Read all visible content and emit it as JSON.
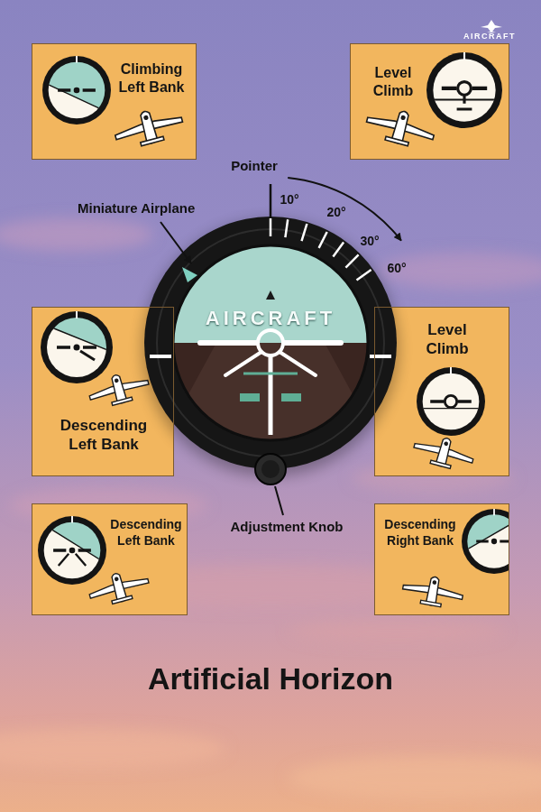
{
  "diagram": {
    "title": "Artificial Horizon",
    "nodes": [
      {
        "text": [
          "Climbing Left Bank"
        ]
      },
      {
        "text": [
          "Level Climb"
        ]
      },
      {
        "text": [
          "Descending Left Bank"
        ]
      },
      {
        "text": [
          "Level Climb"
        ]
      },
      {
        "text": [
          "Descending Left Bank"
        ]
      },
      {
        "text": [
          "Descending Right Bank"
        ]
      }
    ],
    "labels": [
      "AIRCRAFT",
      "Pointer",
      "Miniature Airplane",
      "10°",
      "20°",
      "30°",
      "60°",
      "AIRCRAFT",
      "Adjustment Knob"
    ]
  }
}
